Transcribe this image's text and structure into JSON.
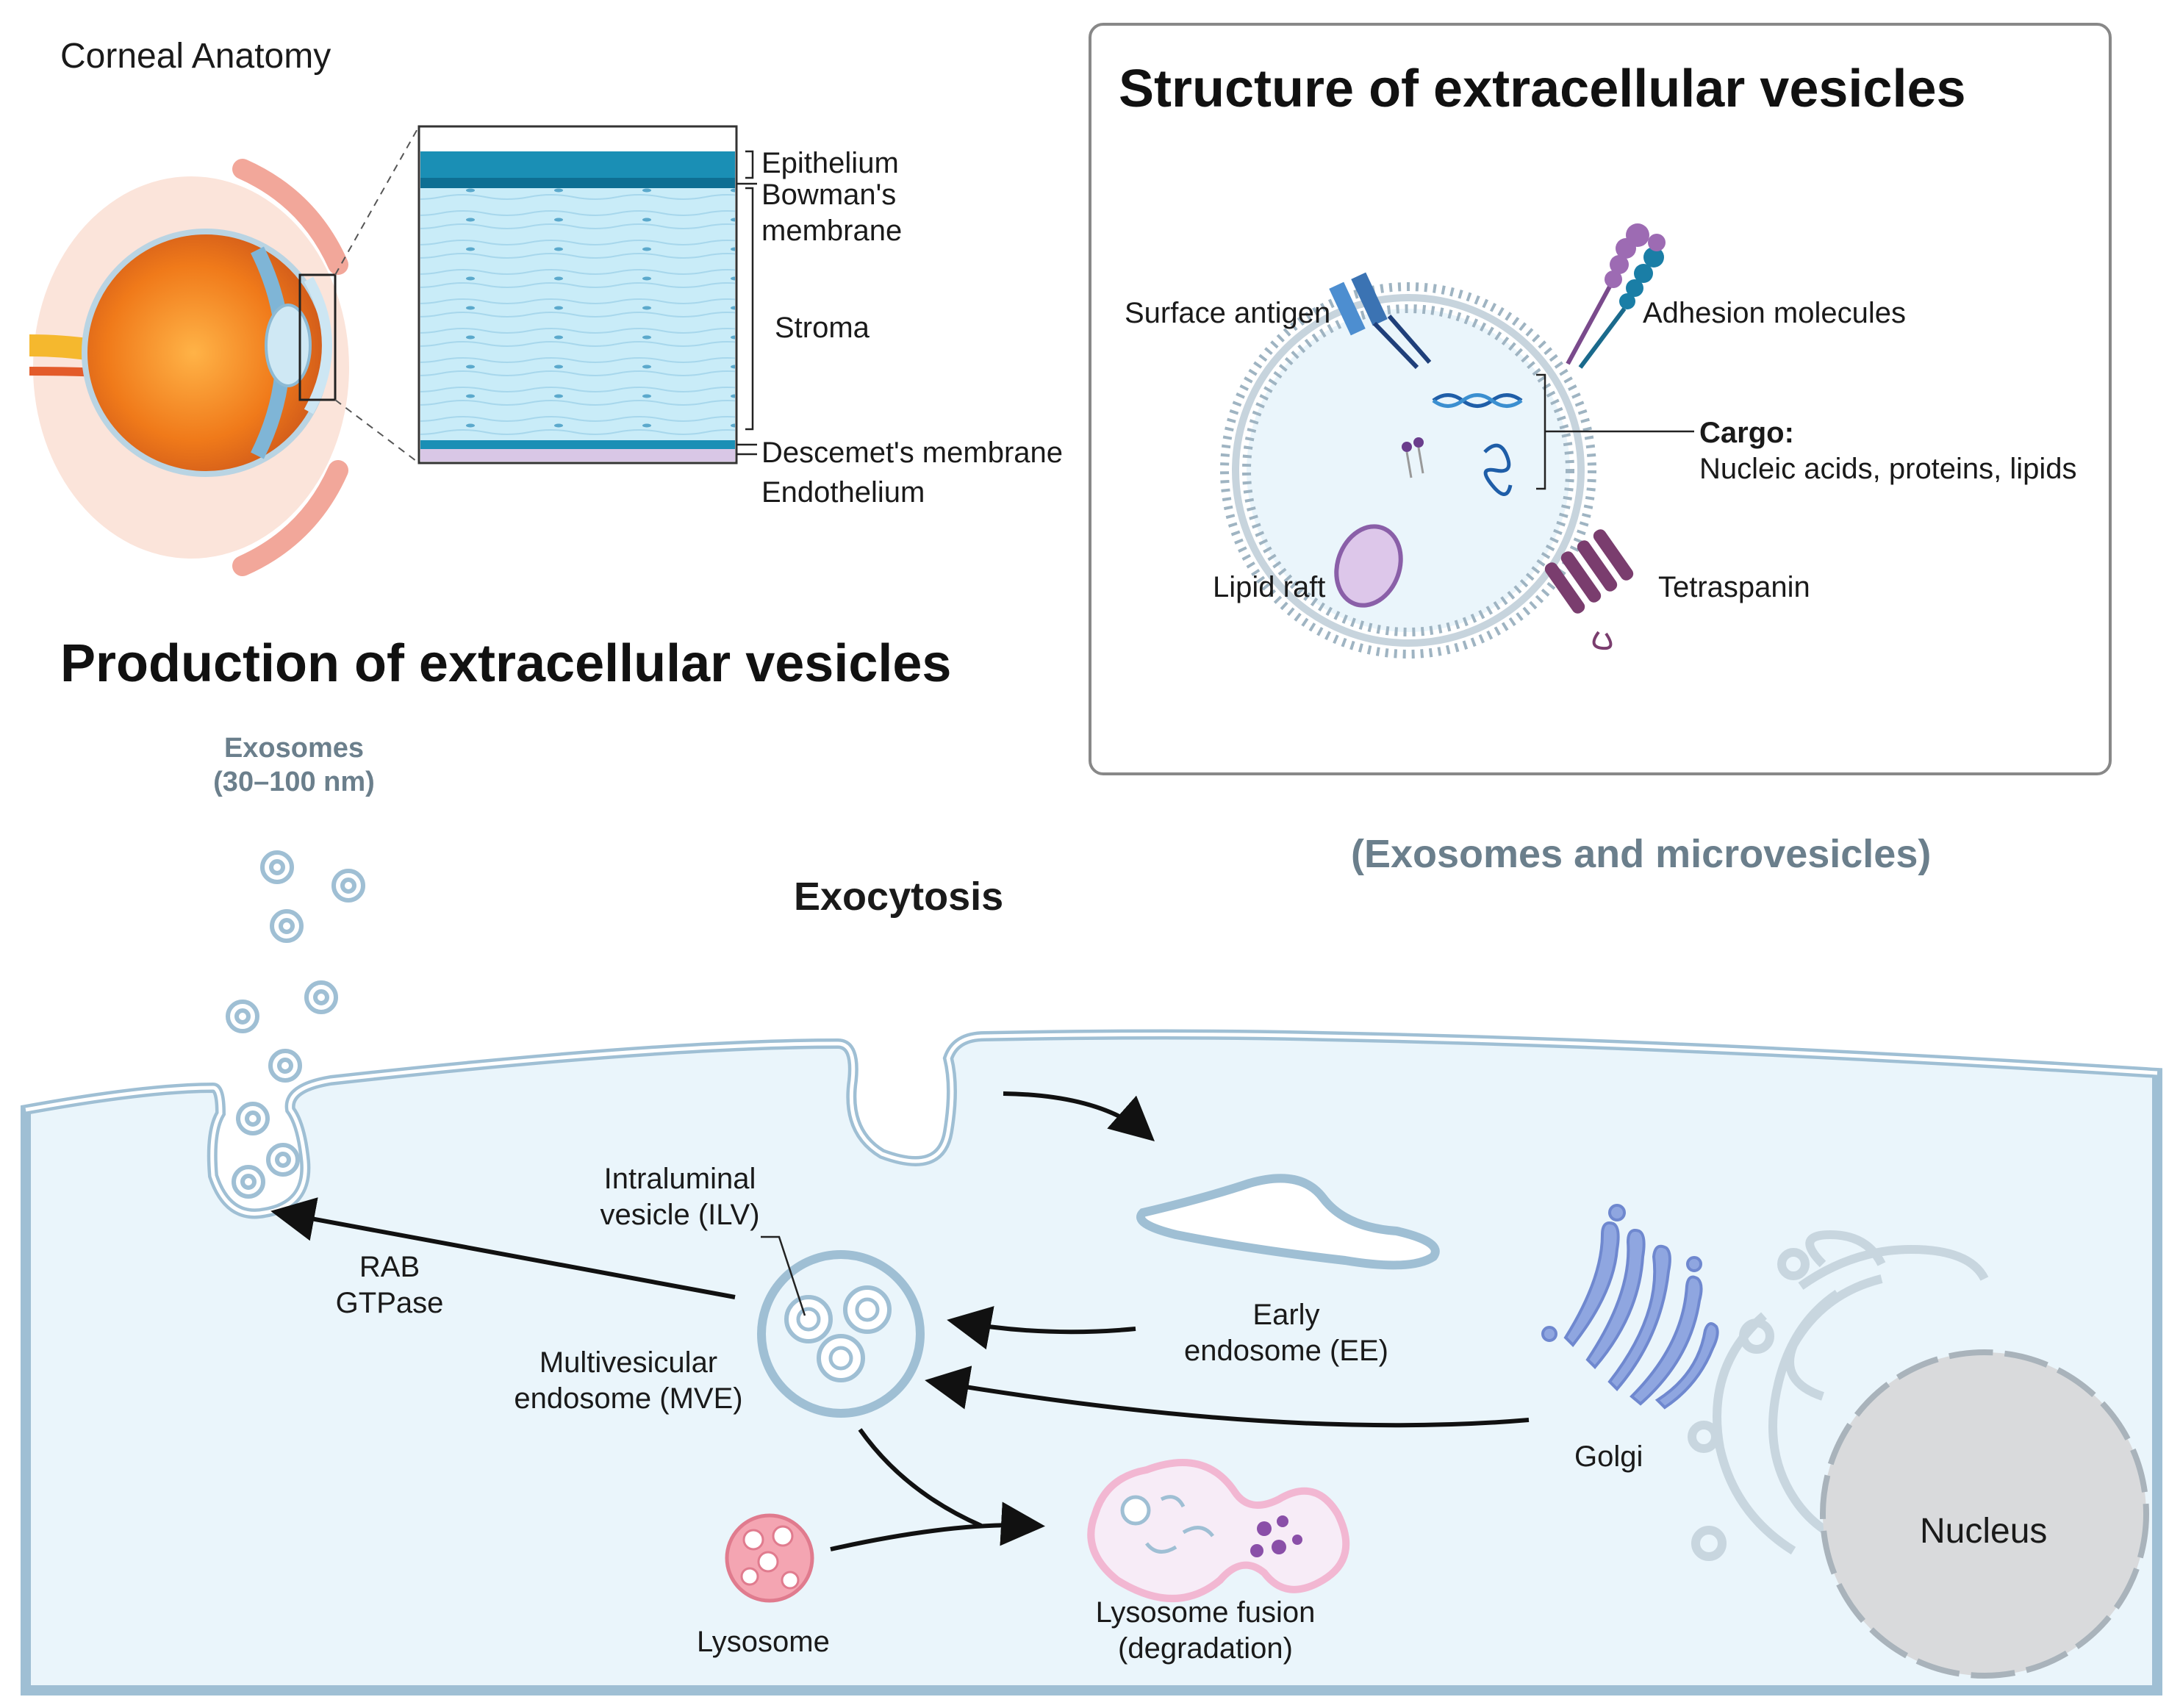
{
  "corneal": {
    "title": "Corneal Anatomy",
    "layers": {
      "epithelium": "Epithelium",
      "bowman": "Bowman's\nmembrane",
      "stroma": "Stroma",
      "descemet": "Descemet's membrane",
      "endothelium": "Endothelium"
    }
  },
  "structure": {
    "title": "Structure of extracellular vesicles",
    "surface_antigen": "Surface antigen",
    "adhesion": "Adhesion molecules",
    "cargo_title": "Cargo:",
    "cargo_text": "Nucleic acids, proteins, lipids",
    "lipid_raft": "Lipid raft",
    "tetraspanin": "Tetraspanin",
    "subtitle": "(Exosomes and microvesicles)"
  },
  "production": {
    "title": "Production of extracellular vesicles",
    "exosomes": "Exosomes\n(30–100 nm)",
    "exocytosis": "Exocytosis",
    "ilv": "Intraluminal\nvesicle (ILV)",
    "rab": "RAB\nGTPase",
    "mve": "Multivesicular\nendosome (MVE)",
    "early_endosome": "Early\nendosome (EE)",
    "golgi": "Golgi",
    "nucleus": "Nucleus",
    "lysosome": "Lysosome",
    "lysosome_fusion": "Lysosome fusion\n(degradation)"
  },
  "colors": {
    "cell_fill": "#eaf5fb",
    "membrane": "#9fbfd4",
    "eye_orange": "#f08a24",
    "stroma_blue": "#bfe6f6",
    "epithelium_teal": "#1a8fb5",
    "lysosome_pink": "#f28b9c",
    "golgi_blue": "#8fa6e0",
    "nucleus_gray": "#d9dadc",
    "tetraspanin_purple": "#7a3d6e"
  }
}
